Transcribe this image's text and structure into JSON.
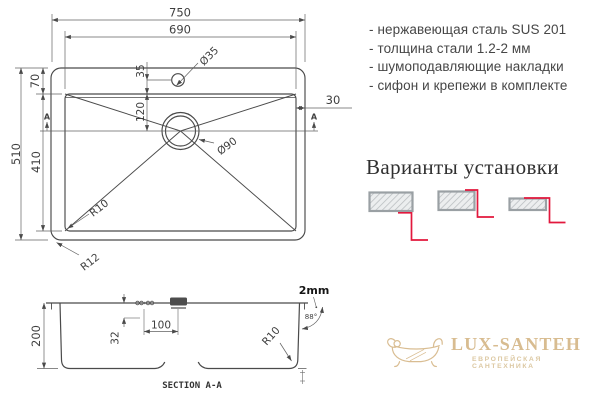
{
  "specs": {
    "items": [
      "- нержавеющая сталь SUS 201",
      "- толщина стали 1.2-2 мм",
      "- шумоподавляющие накладки",
      "- сифон и крепежи в комплекте"
    ]
  },
  "installation": {
    "title": "Варианты установки"
  },
  "logo": {
    "title": "LUX-SANTEH",
    "tagline": "ЕВРОПЕЙСКАЯ САНТЕХНИКА"
  },
  "top_view": {
    "overall_width": "750",
    "bowl_width": "690",
    "overall_depth": "510",
    "bowl_depth": "410",
    "rim_offset": "70",
    "faucet_offset": "35",
    "faucet_hole": "Ø35",
    "drain_offset": "120",
    "drain_hole": "Ø90",
    "edge_offset": "30",
    "bowl_radius": "R10",
    "corner_radius": "R12",
    "section_marker": "A"
  },
  "section_view": {
    "height": "200",
    "hole_offset": "32",
    "hole_spacing": "100",
    "bottom_radius": "R10",
    "top_edge": "2mm",
    "wall_angle": "88°",
    "label": "SECTION A-A"
  },
  "colors": {
    "line": "#4a4a4a",
    "accent_red": "#e2183d",
    "logo_gold": "#d8bc90"
  }
}
